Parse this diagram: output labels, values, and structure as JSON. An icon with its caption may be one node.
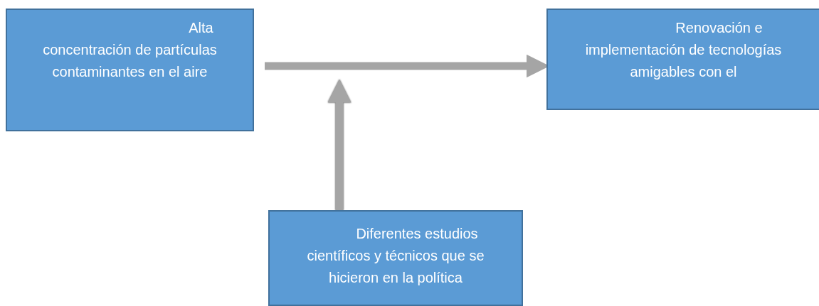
{
  "diagram": {
    "nodes": [
      {
        "text": [
          "Alta concentración de partículas contaminantes en el aire"
        ]
      },
      {
        "text": [
          "Renovación e implementación de tecnologías amigables con el"
        ]
      },
      {
        "text": [
          "Diferentes estudios científicos y técnicos que se hicieron en la política"
        ]
      }
    ],
    "edges": [
      {
        "from": 0,
        "to": 1,
        "arrow": "to"
      },
      {
        "from": 2,
        "to": null,
        "arrow": "to"
      }
    ]
  }
}
